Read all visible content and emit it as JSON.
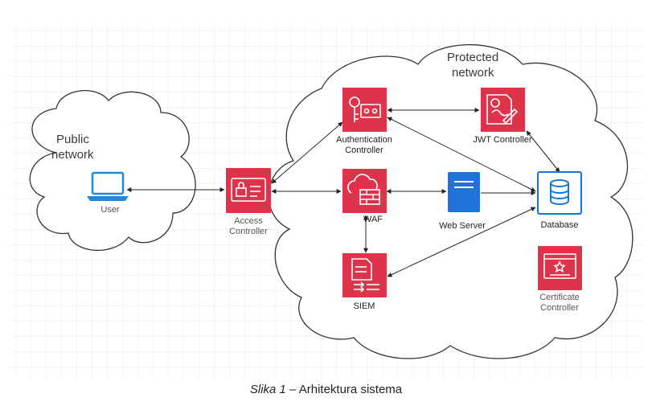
{
  "clouds": {
    "public": {
      "label_line1": "Public",
      "label_line2": "network"
    },
    "protected": {
      "label_line1": "Protected",
      "label_line2": "network"
    }
  },
  "nodes": {
    "user": {
      "label": "User",
      "icon": "laptop-icon"
    },
    "access_controller": {
      "label_line1": "Access",
      "label_line2": "Controller",
      "icon": "id-card-lock-icon"
    },
    "auth_controller": {
      "label_line1": "Authentication",
      "label_line2": "Controller",
      "icon": "key-certificate-icon"
    },
    "jwt_controller": {
      "label": "JWT Controller",
      "icon": "signed-document-icon"
    },
    "waf": {
      "label": "WAF",
      "icon": "cloud-firewall-icon"
    },
    "web_server": {
      "label": "Web Server",
      "icon": "server-icon"
    },
    "database": {
      "label": "Database",
      "icon": "database-icon"
    },
    "siem": {
      "label": "SIEM",
      "icon": "log-document-icon"
    },
    "certificate_controller": {
      "label_line1": "Certificate",
      "label_line2": "Controller",
      "icon": "certificate-icon"
    }
  },
  "caption": {
    "prefix": "Slika 1",
    "suffix": " – Arhitektura sistema"
  },
  "colors": {
    "aws_red": "#dd344c",
    "server_blue": "#1f73d8",
    "db_blue": "#1976d2",
    "grid": "#e6e6e6",
    "cloud_stroke": "#333333"
  }
}
